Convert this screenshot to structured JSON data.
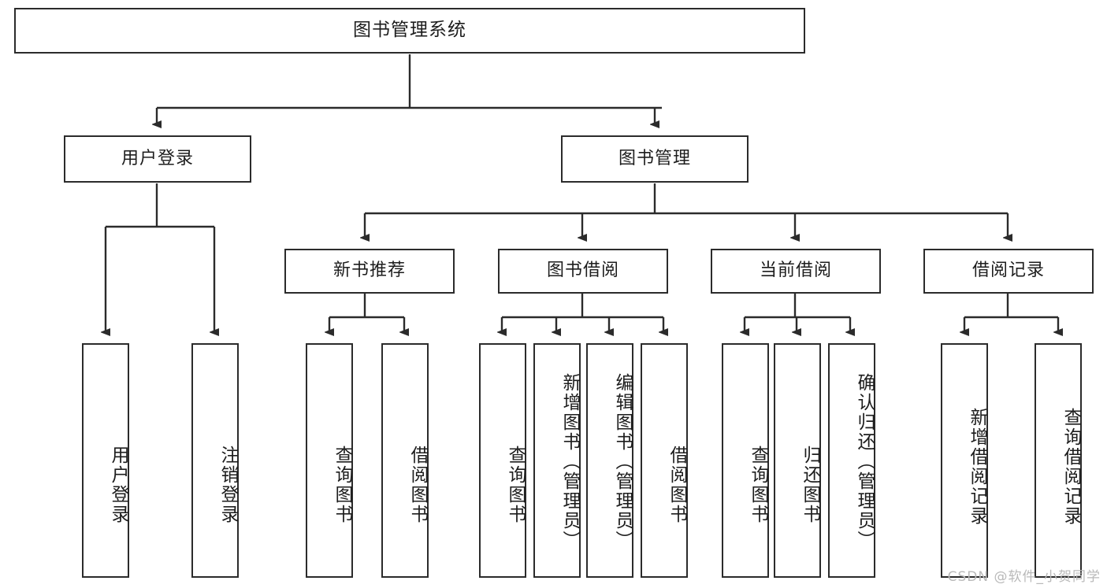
{
  "diagram": {
    "title": "图书管理系统",
    "type": "tree-hierarchy-diagram",
    "root": {
      "id": "root",
      "label": "图书管理系统"
    },
    "level1": [
      {
        "id": "user-login",
        "label": "用户登录"
      },
      {
        "id": "book-manage",
        "label": "图书管理"
      }
    ],
    "level2": [
      {
        "id": "new-book-recommend",
        "label": "新书推荐"
      },
      {
        "id": "book-borrow",
        "label": "图书借阅"
      },
      {
        "id": "current-borrow",
        "label": "当前借阅"
      },
      {
        "id": "borrow-record",
        "label": "借阅记录"
      }
    ],
    "leaves": [
      {
        "id": "leaf-user-login",
        "label": "用户登录",
        "parent": "user-login"
      },
      {
        "id": "leaf-logout",
        "label": "注销登录",
        "parent": "user-login"
      },
      {
        "id": "leaf-query-book-1",
        "label": "查询图书",
        "parent": "new-book-recommend"
      },
      {
        "id": "leaf-borrow-book-1",
        "label": "借阅图书",
        "parent": "new-book-recommend"
      },
      {
        "id": "leaf-query-book-2",
        "label": "查询图书",
        "parent": "book-borrow"
      },
      {
        "id": "leaf-add-book",
        "label": "新增图书（管理员）",
        "parent": "book-borrow"
      },
      {
        "id": "leaf-edit-book",
        "label": "编辑图书（管理员）",
        "parent": "book-borrow"
      },
      {
        "id": "leaf-borrow-book-2",
        "label": "借阅图书",
        "parent": "book-borrow"
      },
      {
        "id": "leaf-query-book-3",
        "label": "查询图书",
        "parent": "current-borrow"
      },
      {
        "id": "leaf-return-book",
        "label": "归还图书",
        "parent": "current-borrow"
      },
      {
        "id": "leaf-confirm-return",
        "label": "确认归还（管理员）",
        "parent": "current-borrow"
      },
      {
        "id": "leaf-add-record",
        "label": "新增借阅记录",
        "parent": "borrow-record"
      },
      {
        "id": "leaf-query-record",
        "label": "查询借阅记录",
        "parent": "borrow-record"
      }
    ]
  },
  "watermark": {
    "text": "CSDN @软件_小贺同学"
  },
  "colors": {
    "stroke": "#2b2b2b",
    "fill": "#ffffff",
    "text": "#1d1d1d",
    "watermark": "#b9b9b9"
  }
}
